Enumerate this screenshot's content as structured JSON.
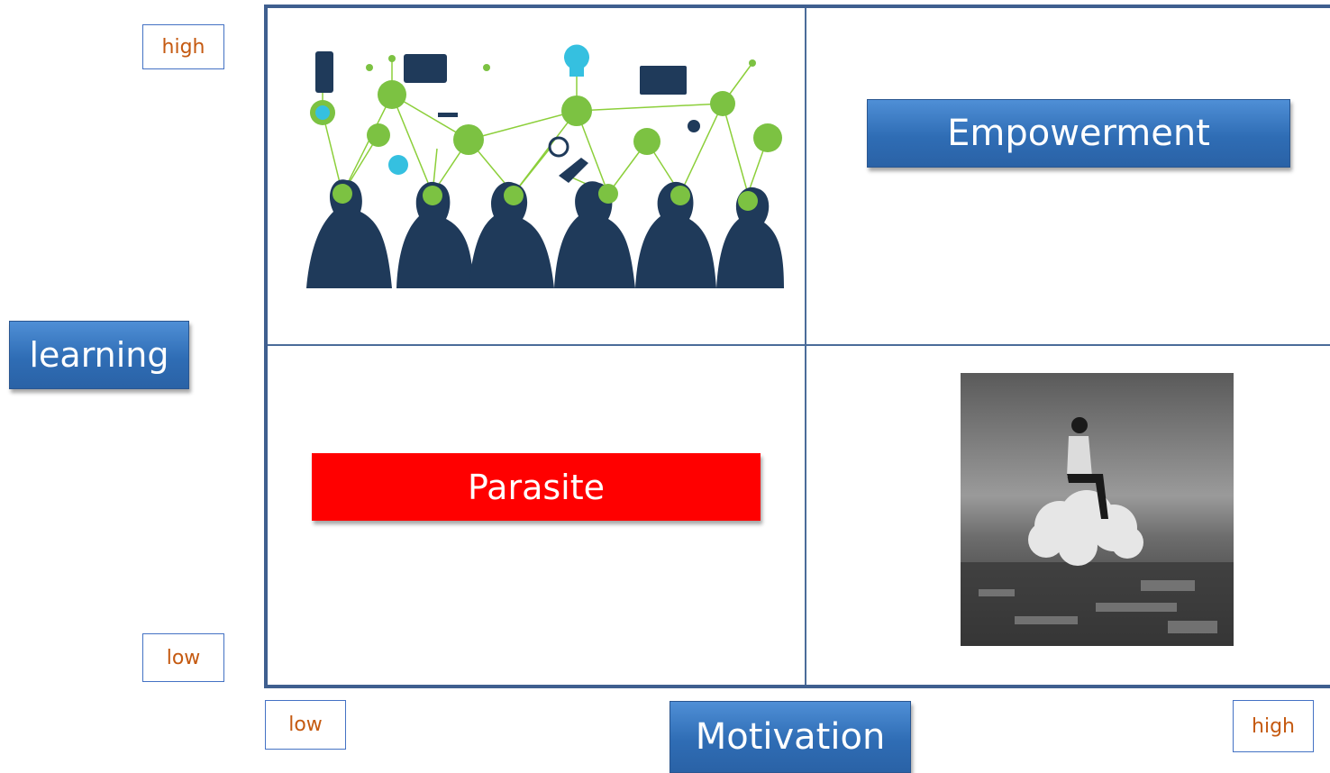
{
  "y_axis": {
    "label": "learning",
    "high": "high",
    "low": "low"
  },
  "x_axis": {
    "label": "Motivation",
    "low": "low",
    "high": "high"
  },
  "quadrants": {
    "top_right": "Empowerment",
    "bottom_left": "Parasite"
  },
  "colors": {
    "axis_box": "#2f6db5",
    "parasite": "#ff0000",
    "tick_text": "#c55a11",
    "grid": "#3f5f8f"
  }
}
